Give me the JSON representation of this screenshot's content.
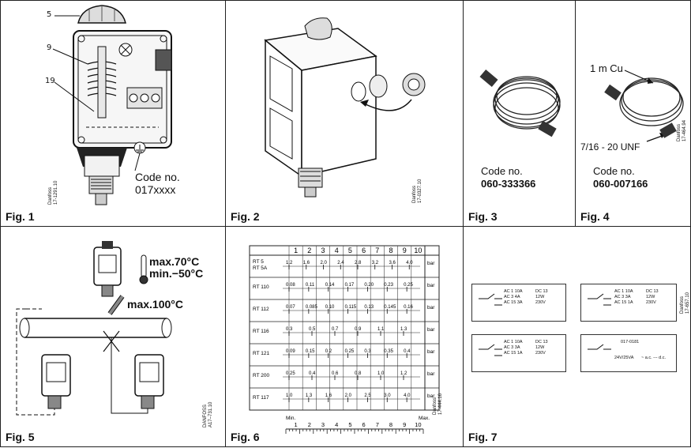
{
  "figures": {
    "fig1": {
      "label": "Fig. 1",
      "callouts": [
        "5",
        "9",
        "19"
      ],
      "code_title": "Code no.",
      "code_value": "017xxxx",
      "brand_vertical": "Danfoss",
      "ref_vertical": "17-1291.10"
    },
    "fig2": {
      "label": "Fig. 2",
      "brand_vertical": "Danfoss",
      "ref_vertical": "17-0327.10"
    },
    "fig3": {
      "label": "Fig. 3",
      "code_title": "Code no.",
      "code_value": "060-333366"
    },
    "fig4": {
      "label": "Fig. 4",
      "tube_label": "1 m Cu",
      "thread_label": "7/16 - 20 UNF",
      "code_title": "Code no.",
      "code_value": "060-007166",
      "brand_vertical": "Danfoss",
      "ref_vertical": "17-464.94"
    },
    "fig5": {
      "label": "Fig. 5",
      "temp_max": "max.70°C",
      "temp_min": "min.−50°C",
      "temp_bulb": "max.100°C",
      "brand_vertical": "DANFOSS",
      "ref_vertical": "A17–731.10"
    },
    "fig6": {
      "label": "Fig. 6",
      "top_scale": [
        "1",
        "2",
        "3",
        "4",
        "5",
        "6",
        "7",
        "8",
        "9",
        "10"
      ],
      "unit": "bar",
      "rows": [
        {
          "name": "RT 5\nRT 5A",
          "values": [
            "1.2",
            "1.6",
            "2.0",
            "2.4",
            "2.8",
            "3.2",
            "3.6",
            "4.0"
          ]
        },
        {
          "name": "RT 110",
          "values": [
            "0.08",
            "0.11",
            "0.14",
            "0.17",
            "0.20",
            "0.23",
            "0.25"
          ]
        },
        {
          "name": "RT 112",
          "values": [
            "0.07",
            "0.085",
            "0.10",
            "0.115",
            "0.13",
            "0.145",
            "0.16"
          ]
        },
        {
          "name": "RT 116",
          "values": [
            "0.3",
            "0.5",
            "0.7",
            "0.9",
            "1.1",
            "1.3"
          ]
        },
        {
          "name": "RT 121",
          "values": [
            "0.09",
            "0.15",
            "0.2",
            "0.25",
            "0.3",
            "0.35",
            "0.4"
          ]
        },
        {
          "name": "RT 200",
          "values": [
            "0.25",
            "0.4",
            "0.6",
            "0.8",
            "1.0",
            "1.2"
          ]
        },
        {
          "name": "RT 117",
          "values": [
            "1.0",
            "1.3",
            "1.6",
            "2.0",
            "2.5",
            "3.0",
            "4.0"
          ]
        }
      ],
      "bottom_min": "Min.",
      "bottom_max": "Max.",
      "bottom_scale": [
        "1",
        "2",
        "3",
        "4",
        "5",
        "6",
        "7",
        "8",
        "9",
        "10"
      ],
      "brand_vertical": "Danfoss",
      "ref_vertical": "17-444.16"
    },
    "fig7": {
      "label": "Fig. 7",
      "plate_ac": [
        "AC 1 10A",
        "AC 3 4A",
        "AC 15 3A"
      ],
      "plate_ac2": [
        "AC 1 10A",
        "AC 3 3A",
        "AC 15 1A"
      ],
      "plate_dc": [
        "DC 13",
        "12W",
        "230V"
      ],
      "plate_last": [
        "017-0181",
        "24V/25VA",
        "~ a.c.  --- d.c."
      ],
      "brand_vertical": "Danfoss",
      "ref_vertical": "17-657.10"
    }
  }
}
